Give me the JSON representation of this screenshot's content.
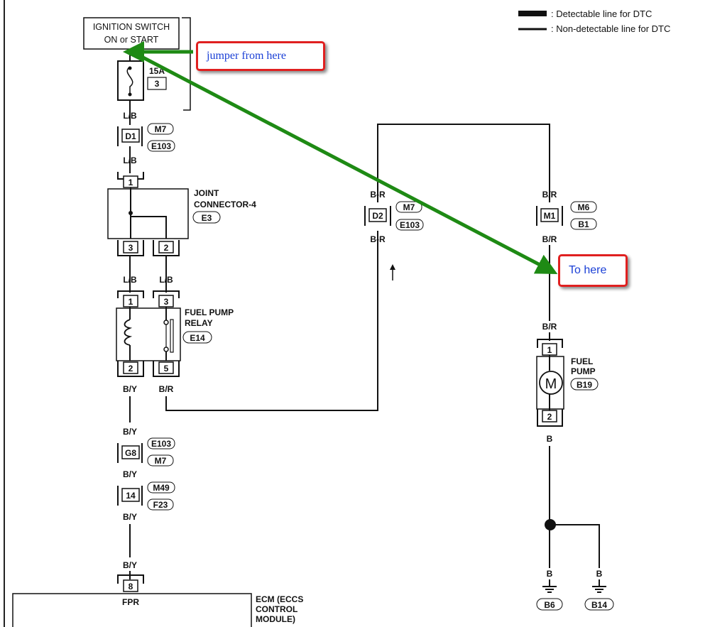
{
  "legend": {
    "detectable": ": Detectable line for DTC",
    "non_detectable": ": Non-detectable line for DTC"
  },
  "switch": {
    "line1": "IGNITION SWITCH",
    "line2": "ON or START"
  },
  "fuse": {
    "rating": "15A",
    "number": "3"
  },
  "labels": {
    "lb": "L/B",
    "by": "B/Y",
    "br": "B/R",
    "br_dot": "B-R",
    "b": "B",
    "fpr": "FPR"
  },
  "connectors": {
    "d1": "D1",
    "m7": "M7",
    "e103": "E103",
    "j1": "1",
    "j2": "2",
    "j3": "3",
    "r1": "1",
    "r3": "3",
    "r2": "2",
    "r5": "5",
    "g8": "G8",
    "c14": "14",
    "m49": "M49",
    "f23": "F23",
    "c8": "8",
    "d2": "D2",
    "m7b": "M7",
    "e103b": "E103",
    "m1": "M1",
    "m6": "M6",
    "b1": "B1",
    "p1": "1",
    "p2": "2",
    "b19": "B19",
    "b6": "B6",
    "b14": "B14",
    "e14": "E14",
    "e3": "E3"
  },
  "components": {
    "joint_l1": "JOINT",
    "joint_l2": "CONNECTOR-4",
    "relay_l1": "FUEL PUMP",
    "relay_l2": "RELAY",
    "pump_l1": "FUEL",
    "pump_l2": "PUMP",
    "motor": "M",
    "ecm_l1": "ECM (ECCS",
    "ecm_l2": "CONTROL",
    "ecm_l3": "MODULE)"
  },
  "annotations": {
    "from": "jumper from here",
    "to": "To here",
    "arrow_color": "#1e8a14",
    "box_border": "#e02020",
    "text_color": "#1a3fd6"
  }
}
